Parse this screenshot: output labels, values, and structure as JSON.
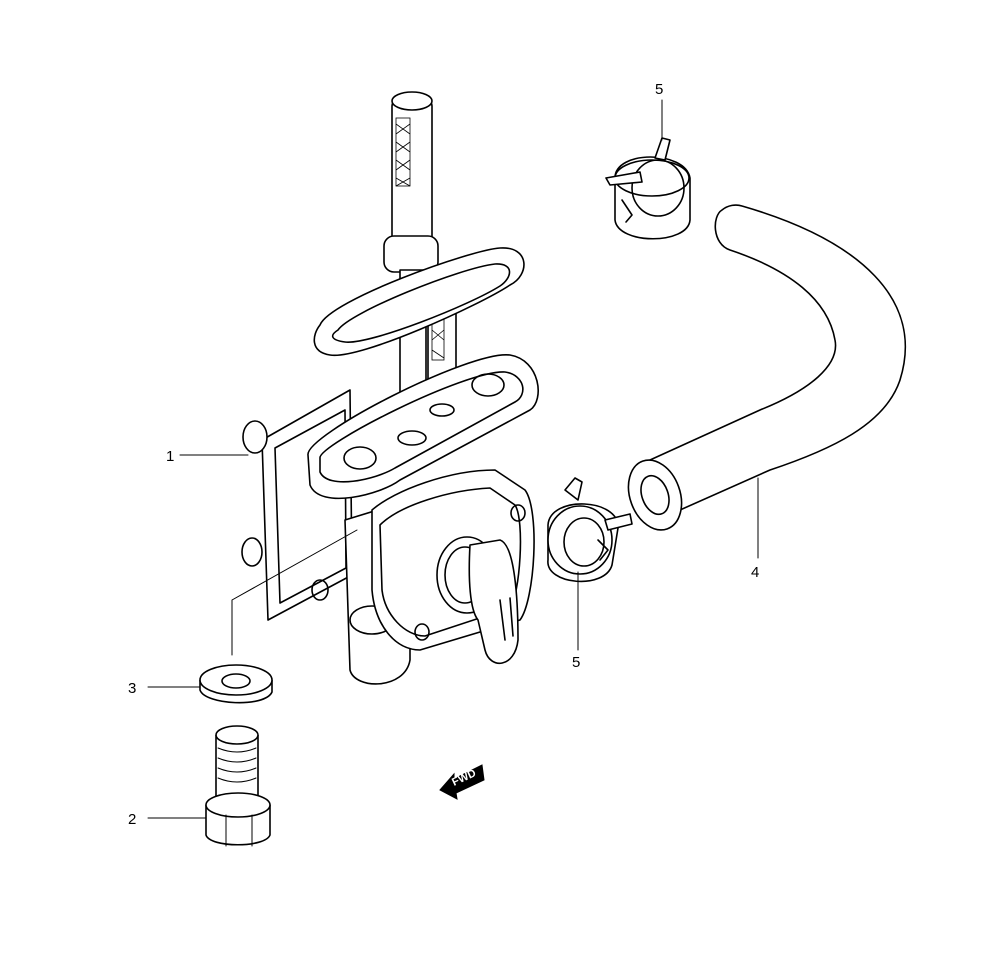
{
  "callouts": {
    "c1": "1",
    "c2": "2",
    "c3": "3",
    "c4": "4",
    "c5_top": "5",
    "c5_bottom": "5"
  },
  "direction_indicator": {
    "label": "FWD",
    "icon": "arrow-left-icon"
  }
}
